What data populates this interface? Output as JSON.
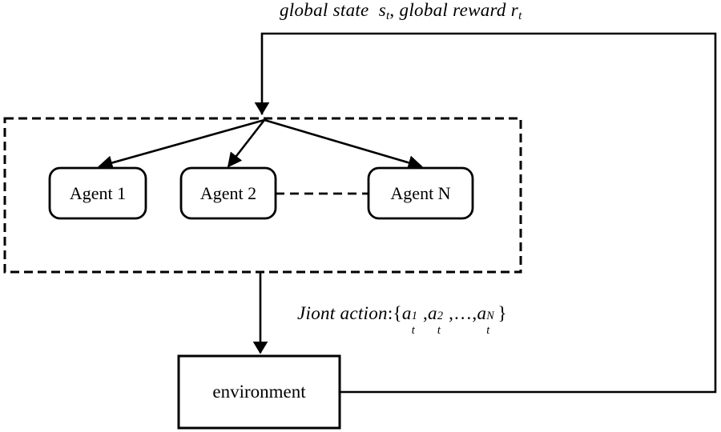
{
  "diagram": {
    "title_label": "global state  s_t, global reward r_t",
    "top_label": {
      "text_part1": "global state",
      "symbol_state": "s",
      "symbol_state_sub": "t",
      "separator": ",",
      "text_part2": "global reward",
      "symbol_reward": "r",
      "symbol_reward_sub": "t"
    },
    "joint_label": {
      "prefix": "Jiont action",
      "colon": ":",
      "open_brace": "{",
      "action_symbol": "a",
      "action_sub": "t",
      "action_sup_1": "1",
      "action_sup_2": "2",
      "action_sup_n": "N",
      "comma": ",",
      "ellipsis": ",…,",
      "close_brace": "}",
      "full_text": "Jiont action:{a_t^1, a_t^2, …, a_t^N}"
    },
    "agents": [
      {
        "id": "agent-1",
        "label": "Agent 1"
      },
      {
        "id": "agent-2",
        "label": "Agent 2"
      },
      {
        "id": "agent-n",
        "label": "Agent N"
      }
    ],
    "environment": {
      "label": "environment"
    },
    "group_box": {
      "label": "multi-agent-group",
      "style": "dashed"
    },
    "colors": {
      "stroke": "#000000",
      "fill": "#ffffff",
      "background": "#ffffff"
    },
    "edges": [
      {
        "name": "state-reward-feedback",
        "from": "environment",
        "to": "agent-group",
        "style": "solid"
      },
      {
        "name": "broadcast-to-agent-1",
        "from": "state-hub",
        "to": "agent-1",
        "style": "solid-arrow"
      },
      {
        "name": "broadcast-to-agent-2",
        "from": "state-hub",
        "to": "agent-2",
        "style": "solid-arrow"
      },
      {
        "name": "broadcast-to-agent-n",
        "from": "state-hub",
        "to": "agent-n",
        "style": "solid-arrow"
      },
      {
        "name": "agent-2-to-agent-n-link",
        "from": "agent-2",
        "to": "agent-n",
        "style": "dashed"
      },
      {
        "name": "joint-action-to-environment",
        "from": "agent-group",
        "to": "environment",
        "style": "solid-arrow"
      }
    ]
  }
}
